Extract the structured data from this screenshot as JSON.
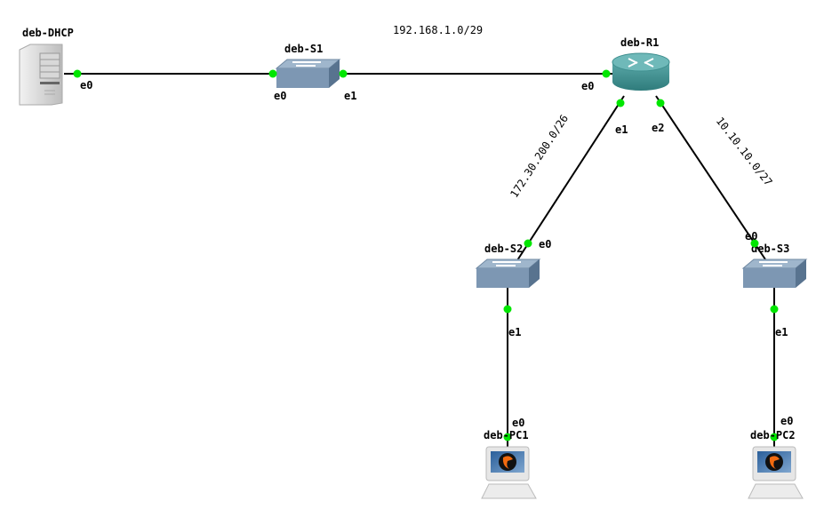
{
  "diagram": {
    "nodes": {
      "dhcp": {
        "name": "deb-DHCP",
        "type": "server"
      },
      "s1": {
        "name": "deb-S1",
        "type": "switch"
      },
      "r1": {
        "name": "deb-R1",
        "type": "router"
      },
      "s2": {
        "name": "deb-S2",
        "type": "switch"
      },
      "s3": {
        "name": "deb-S3",
        "type": "switch"
      },
      "pc1": {
        "name": "deb-PC1",
        "type": "qemu-pc"
      },
      "pc2": {
        "name": "deb-PC2",
        "type": "qemu-pc"
      }
    },
    "networks": {
      "top": "192.168.1.0/29",
      "left": "172.30.200.0/26",
      "right": "10.10.10.0/27"
    },
    "ports": {
      "dhcp_e0": "e0",
      "s1_e0": "e0",
      "s1_e1": "e1",
      "r1_e0": "e0",
      "r1_e1": "e1",
      "r1_e2": "e2",
      "s2_e0": "e0",
      "s2_e1": "e1",
      "s3_e0": "e0",
      "s3_e1": "e1",
      "pc1_e0": "e0",
      "pc2_e0": "e0"
    },
    "link_status_color": "#00e600"
  }
}
